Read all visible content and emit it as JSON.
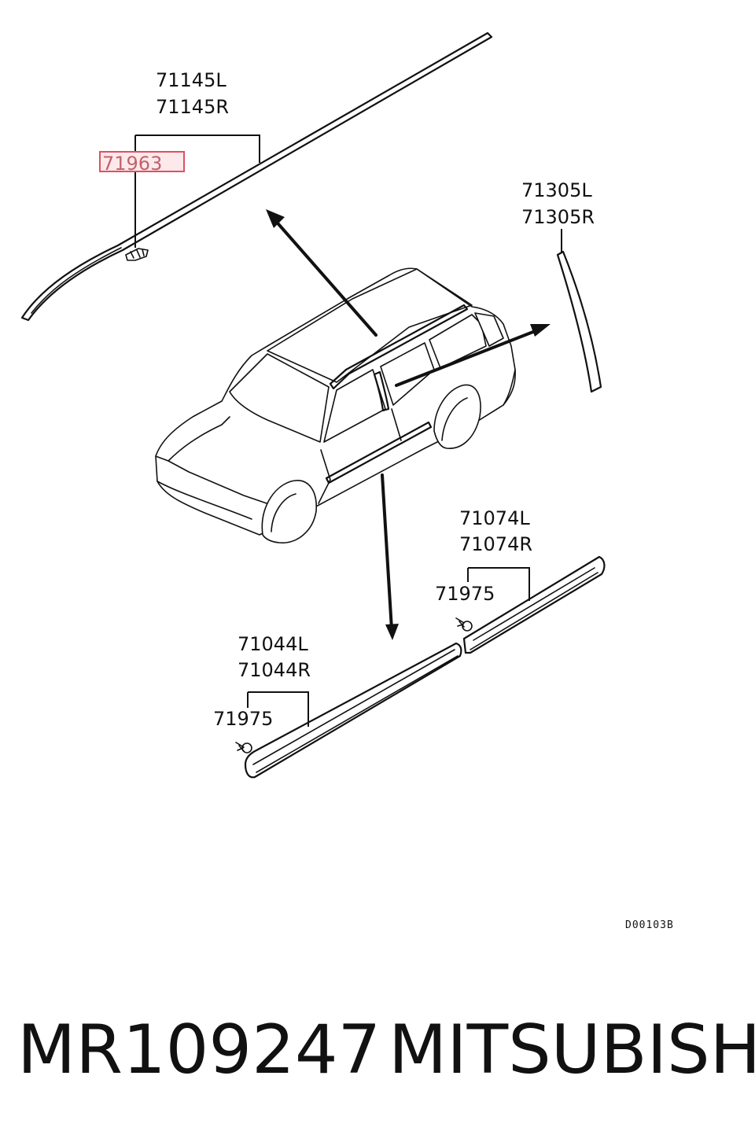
{
  "diagram": {
    "callouts": {
      "roof_molding": [
        "71145L",
        "71145R"
      ],
      "roof_clip": "71963",
      "pillar_molding": [
        "71305L",
        "71305R"
      ],
      "rear_door_molding": [
        "71074L",
        "71074R"
      ],
      "rear_door_clip": "71975",
      "front_door_molding": [
        "71044L",
        "71044R"
      ],
      "front_door_clip": "71975"
    },
    "drawing_code": "D00103B",
    "highlight_color": "#e05060"
  },
  "footer": {
    "part_number": "MR109247",
    "brand": "MITSUBISHI"
  }
}
